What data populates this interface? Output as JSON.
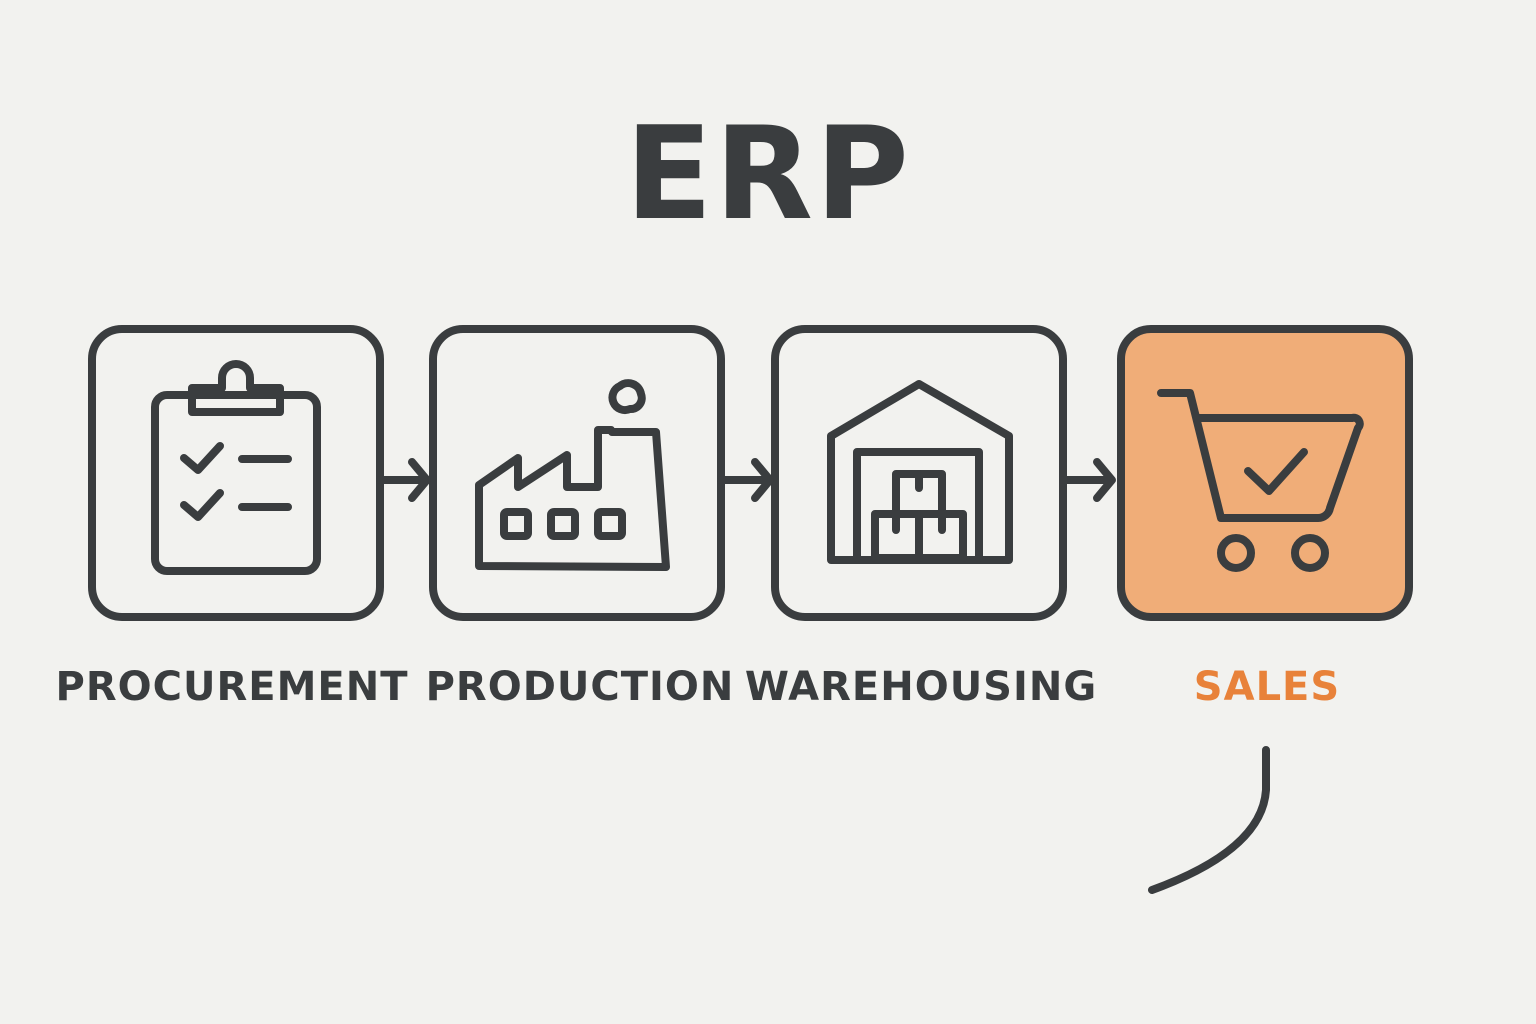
{
  "title": "ERP",
  "steps": [
    {
      "label": "PROCUREMENT",
      "icon": "clipboard-checklist-icon"
    },
    {
      "label": "PRODUCTION",
      "icon": "factory-icon"
    },
    {
      "label": "WAREHOUSING",
      "icon": "warehouse-icon"
    },
    {
      "label": "SALES",
      "icon": "shopping-cart-check-icon",
      "highlighted": true
    }
  ],
  "colors": {
    "background": "#f2f2ef",
    "stroke": "#3a3d3f",
    "highlight_fill": "#f0ad78",
    "highlight_text": "#e8823a"
  }
}
